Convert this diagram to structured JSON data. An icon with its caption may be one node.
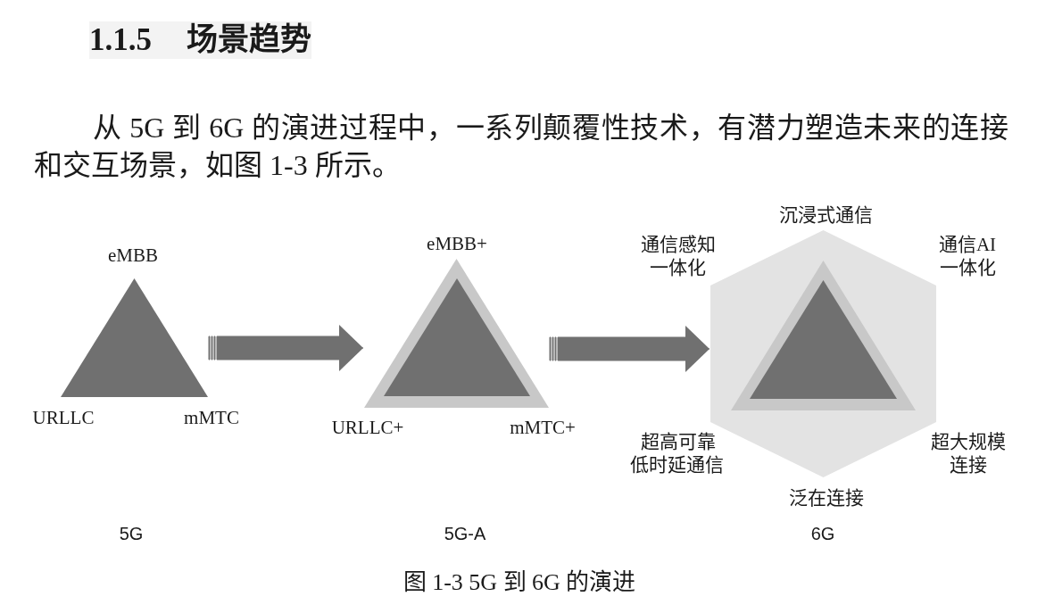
{
  "diagram": {
    "title": "1.1.5 场景趋势",
    "caption": "图 1-3 5G 到 6G 的演进",
    "nodes": [
      {
        "text": [],
        "shape": "triangle",
        "beside": [
          "eMBB",
          "URLLC",
          "mMTC"
        ]
      },
      {
        "text": [],
        "shape": "triangle",
        "beside": [
          "eMBB+",
          "URLLC+",
          "mMTC+"
        ]
      },
      {
        "text": [],
        "shape": "hexagon",
        "beside": [
          "沉浸式通信",
          "通信感知一体化",
          "通信AI一体化",
          "超高可靠低时延通信",
          "超大规模连接",
          "泛在连接"
        ]
      },
      {
        "text": [],
        "shape": "triangle",
        "in": 2
      }
    ],
    "edges": [
      {
        "from": 0,
        "to": 1,
        "arrow": "to"
      },
      {
        "from": 1,
        "to": 2,
        "arrow": "to"
      }
    ],
    "labels": [
      "从 5G 到 6G 的演进过程中，一系列颠覆性技术，有潜力塑造未来的连接和交互场景，如图 1-3 所示。",
      "5G",
      "5G-A",
      "6G"
    ]
  }
}
